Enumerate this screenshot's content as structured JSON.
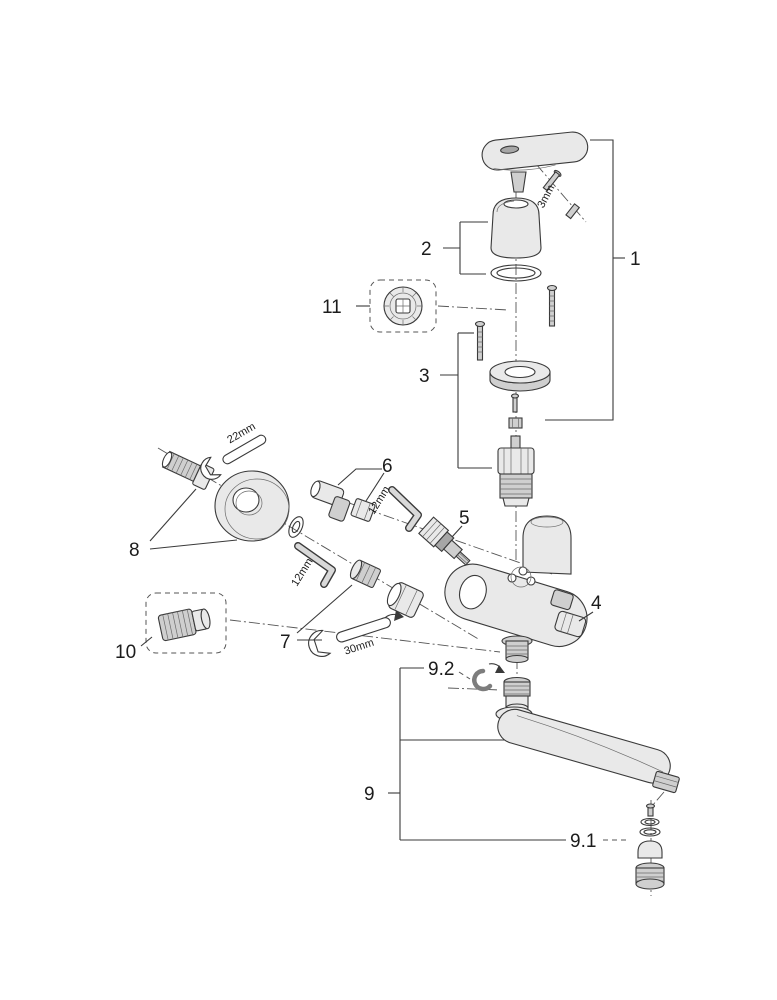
{
  "callouts": {
    "c1": "1",
    "c2": "2",
    "c3": "3",
    "c4": "4",
    "c5": "5",
    "c6": "6",
    "c7": "7",
    "c8": "8",
    "c9": "9",
    "c9_1": "9.1",
    "c9_2": "9.2",
    "c10": "10",
    "c11": "11"
  },
  "dimensions": {
    "d3mm": "3mm",
    "d22mm": "22mm",
    "d12mm_upper": "12mm",
    "d12mm_lower": "12mm",
    "d30mm": "30mm"
  },
  "colors": {
    "line": "#3a3a3a",
    "fill_light": "#e9e9e9",
    "fill_mid": "#cfcfcf",
    "fill_dark": "#a6a6a6",
    "background": "#ffffff"
  }
}
